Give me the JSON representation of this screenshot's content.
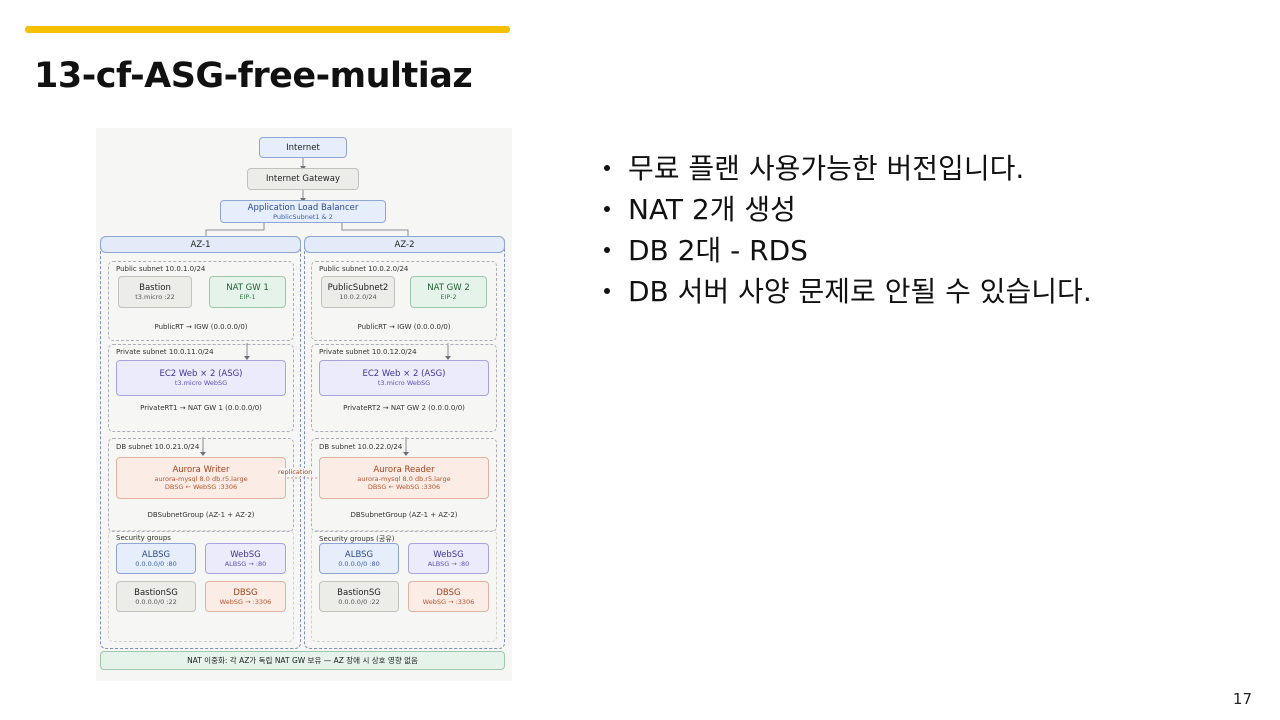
{
  "slide": {
    "title": "13-cf-ASG-free-multiaz",
    "page_number": "17",
    "accent_color": "#f5c000"
  },
  "bullets": [
    "무료 플랜 사용가능한 버전입니다.",
    "NAT 2개 생성",
    "DB 2대 - RDS",
    "DB 서버 사양 문제로 안될 수 있습니다."
  ],
  "diagram": {
    "internet": "Internet",
    "igw": "Internet Gateway",
    "alb": {
      "title": "Application Load Balancer",
      "sub": "PublicSubnet1 & 2"
    },
    "az1": {
      "name": "AZ-1",
      "public_subnet": "Public subnet 10.0.1.0/24",
      "bastion": {
        "title": "Bastion",
        "sub": "t3.micro :22"
      },
      "natgw": {
        "title": "NAT GW 1",
        "sub": "EIP-1"
      },
      "public_rt": "PublicRT → IGW (0.0.0.0/0)",
      "private_subnet": "Private subnet 10.0.11.0/24",
      "ec2": {
        "title": "EC2 Web × 2 (ASG)",
        "sub": "t3.micro WebSG"
      },
      "private_rt": "PrivateRT1 → NAT GW 1 (0.0.0.0/0)",
      "db_subnet": "DB subnet 10.0.21.0/24",
      "aurora": {
        "title": "Aurora Writer",
        "sub1": "aurora-mysql 8.0 db.r5.large",
        "sub2": "DBSG ← WebSG :3306"
      },
      "db_group": "DBSubnetGroup (AZ-1 + AZ-2)",
      "sg_title": "Security groups",
      "sg": [
        {
          "title": "ALBSG",
          "sub": "0.0.0.0/0 :80"
        },
        {
          "title": "WebSG",
          "sub": "ALBSG → :80"
        },
        {
          "title": "BastionSG",
          "sub": "0.0.0.0/0 :22"
        },
        {
          "title": "DBSG",
          "sub": "WebSG → :3306"
        }
      ]
    },
    "az2": {
      "name": "AZ-2",
      "public_subnet": "Public subnet 10.0.2.0/24",
      "bastion": {
        "title": "PublicSubnet2",
        "sub": "10.0.2.0/24"
      },
      "natgw": {
        "title": "NAT GW 2",
        "sub": "EIP-2"
      },
      "public_rt": "PublicRT → IGW (0.0.0.0/0)",
      "private_subnet": "Private subnet 10.0.12.0/24",
      "ec2": {
        "title": "EC2 Web × 2 (ASG)",
        "sub": "t3.micro WebSG"
      },
      "private_rt": "PrivateRT2 → NAT GW 2 (0.0.0.0/0)",
      "db_subnet": "DB subnet 10.0.22.0/24",
      "aurora": {
        "title": "Aurora Reader",
        "sub1": "aurora-mysql 8.0 db.r5.large",
        "sub2": "DBSG ← WebSG :3306"
      },
      "db_group": "DBSubnetGroup (AZ-1 + AZ-2)",
      "sg_title": "Security groups (공유)",
      "sg": [
        {
          "title": "ALBSG",
          "sub": "0.0.0.0/0 :80"
        },
        {
          "title": "WebSG",
          "sub": "ALBSG → :80"
        },
        {
          "title": "BastionSG",
          "sub": "0.0.0.0/0 :22"
        },
        {
          "title": "DBSG",
          "sub": "WebSG → :3306"
        }
      ]
    },
    "replication": "replication",
    "footer": "NAT 이중화: 각 AZ가 독립 NAT GW 보유 — AZ 장애 시 상호 영향 없음"
  }
}
